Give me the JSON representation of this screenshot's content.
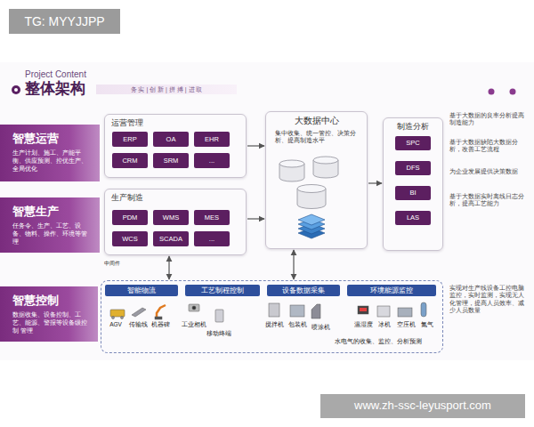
{
  "diagram": {
    "title": "整体架构",
    "nodes": [
      {
        "text": [
          "智慧运营",
          "生产计划、施工、产能平衡、供应预测、控优生产、全局优化"
        ]
      },
      {
        "text": [
          "运营管理"
        ]
      },
      {
        "text": [
          "ERP"
        ],
        "in": 1
      },
      {
        "text": [
          "OA"
        ],
        "in": 1
      },
      {
        "text": [
          "EHR"
        ],
        "in": 1
      },
      {
        "text": [
          "CRM"
        ],
        "in": 1
      },
      {
        "text": [
          "SRM"
        ],
        "in": 1
      },
      {
        "text": [
          "..."
        ],
        "in": 1
      },
      {
        "text": [
          "大数据中心",
          "集中收集、统一管控、决策分析、提高制造水平"
        ]
      },
      {
        "text": [
          "制造分析"
        ]
      },
      {
        "text": [
          "SPC"
        ],
        "in": 9
      },
      {
        "text": [
          "DFS"
        ],
        "in": 9
      },
      {
        "text": [
          "BI"
        ],
        "in": 9
      },
      {
        "text": [
          "LAS"
        ],
        "in": 9
      },
      {
        "text": [
          "智慧生产",
          "任务令、生产、工艺、设备、物料、操作、环境等管理"
        ]
      },
      {
        "text": [
          "生产制造"
        ]
      },
      {
        "text": [
          "PDM"
        ],
        "in": 15
      },
      {
        "text": [
          "WMS"
        ],
        "in": 15
      },
      {
        "text": [
          "MES"
        ],
        "in": 15
      },
      {
        "text": [
          "WCS"
        ],
        "in": 15
      },
      {
        "text": [
          "SCADA"
        ],
        "in": 15
      },
      {
        "text": [
          "..."
        ],
        "in": 15
      },
      {
        "text": [
          "智慧控制",
          "数据收集、设备控制、工艺、能源、警报等设备级控制 管理"
        ]
      },
      {
        "text": []
      },
      {
        "text": [
          "智能物流"
        ],
        "in": 23
      },
      {
        "text": [
          "工艺制程控制"
        ],
        "in": 23
      },
      {
        "text": [
          "设备数据采集"
        ],
        "in": 23
      },
      {
        "text": [
          "环境能源监控"
        ],
        "in": 23
      }
    ],
    "edges": [
      {
        "from": 1,
        "to": 8,
        "arrow": "to"
      },
      {
        "from": 15,
        "to": 8,
        "arrow": "to"
      },
      {
        "from": 8,
        "to": 9,
        "arrow": "to"
      },
      {
        "from": 15,
        "to": 23,
        "arrow": "both"
      },
      {
        "from": 8,
        "to": 23,
        "arrow": "both"
      }
    ],
    "labels": [
      "TG: MYYJJPP",
      "Project Content",
      "务 实 | 创 新 | 拼 搏 | 进 取",
      "基于大数据的良率分析提高制造能力",
      "基于大数据缺陷大数据分析，改善工艺流程",
      "为企业发展提供决策数据",
      "基于大数据实时离线日志分析，提高工艺能力",
      "中间件",
      "AGV",
      "传输线",
      "机器碑",
      "工业相机",
      "移动终端",
      "搅拌机",
      "包装机",
      "喷涂机",
      "温湿度",
      "冰机",
      "空压机",
      "氮气",
      "水电气的收集、监控、分析预测",
      "实现对生产线设备工控电脑监控，实时监测，实现无人化管理，提高人员效率、减少人员数量",
      "www.zh-ssc-leyusport.com"
    ]
  }
}
